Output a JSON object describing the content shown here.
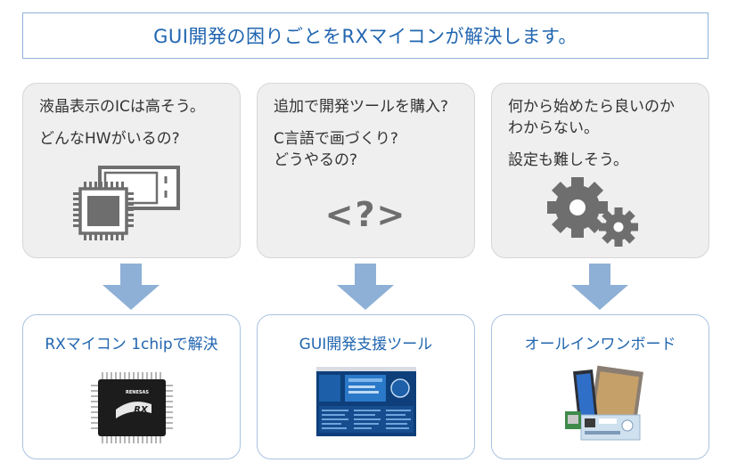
{
  "banner": {
    "text": "GUI開発の困りごとをRXマイコンが解決します。"
  },
  "problems": [
    {
      "lines": [
        "液晶表示のICは高そう。",
        "どんなHWがいるの?"
      ],
      "icon": "chip-display-icon"
    },
    {
      "lines": [
        "追加で開発ツールを購入?",
        "C言語で画づくり?",
        "どうやるの?"
      ],
      "icon": "code-question-icon",
      "symbol": "<?>"
    },
    {
      "lines": [
        "何から始めたら良いのか",
        "わからない。",
        "設定も難しそう。"
      ],
      "icon": "gears-icon"
    }
  ],
  "solutions": [
    {
      "title": "RXマイコン 1chipで解決",
      "icon": "rx-chip-icon",
      "chip_brand": "RENESAS",
      "chip_label": "RX"
    },
    {
      "title": "GUI開発支援ツール",
      "icon": "gui-tool-screenshot-icon"
    },
    {
      "title": "オールインワンボード",
      "icon": "board-photo-icon"
    }
  ],
  "colors": {
    "accent": "#2166b0",
    "arrow": "#8eb0d6",
    "icon_gray": "#6e6e6e",
    "problem_bg": "#efefef"
  }
}
